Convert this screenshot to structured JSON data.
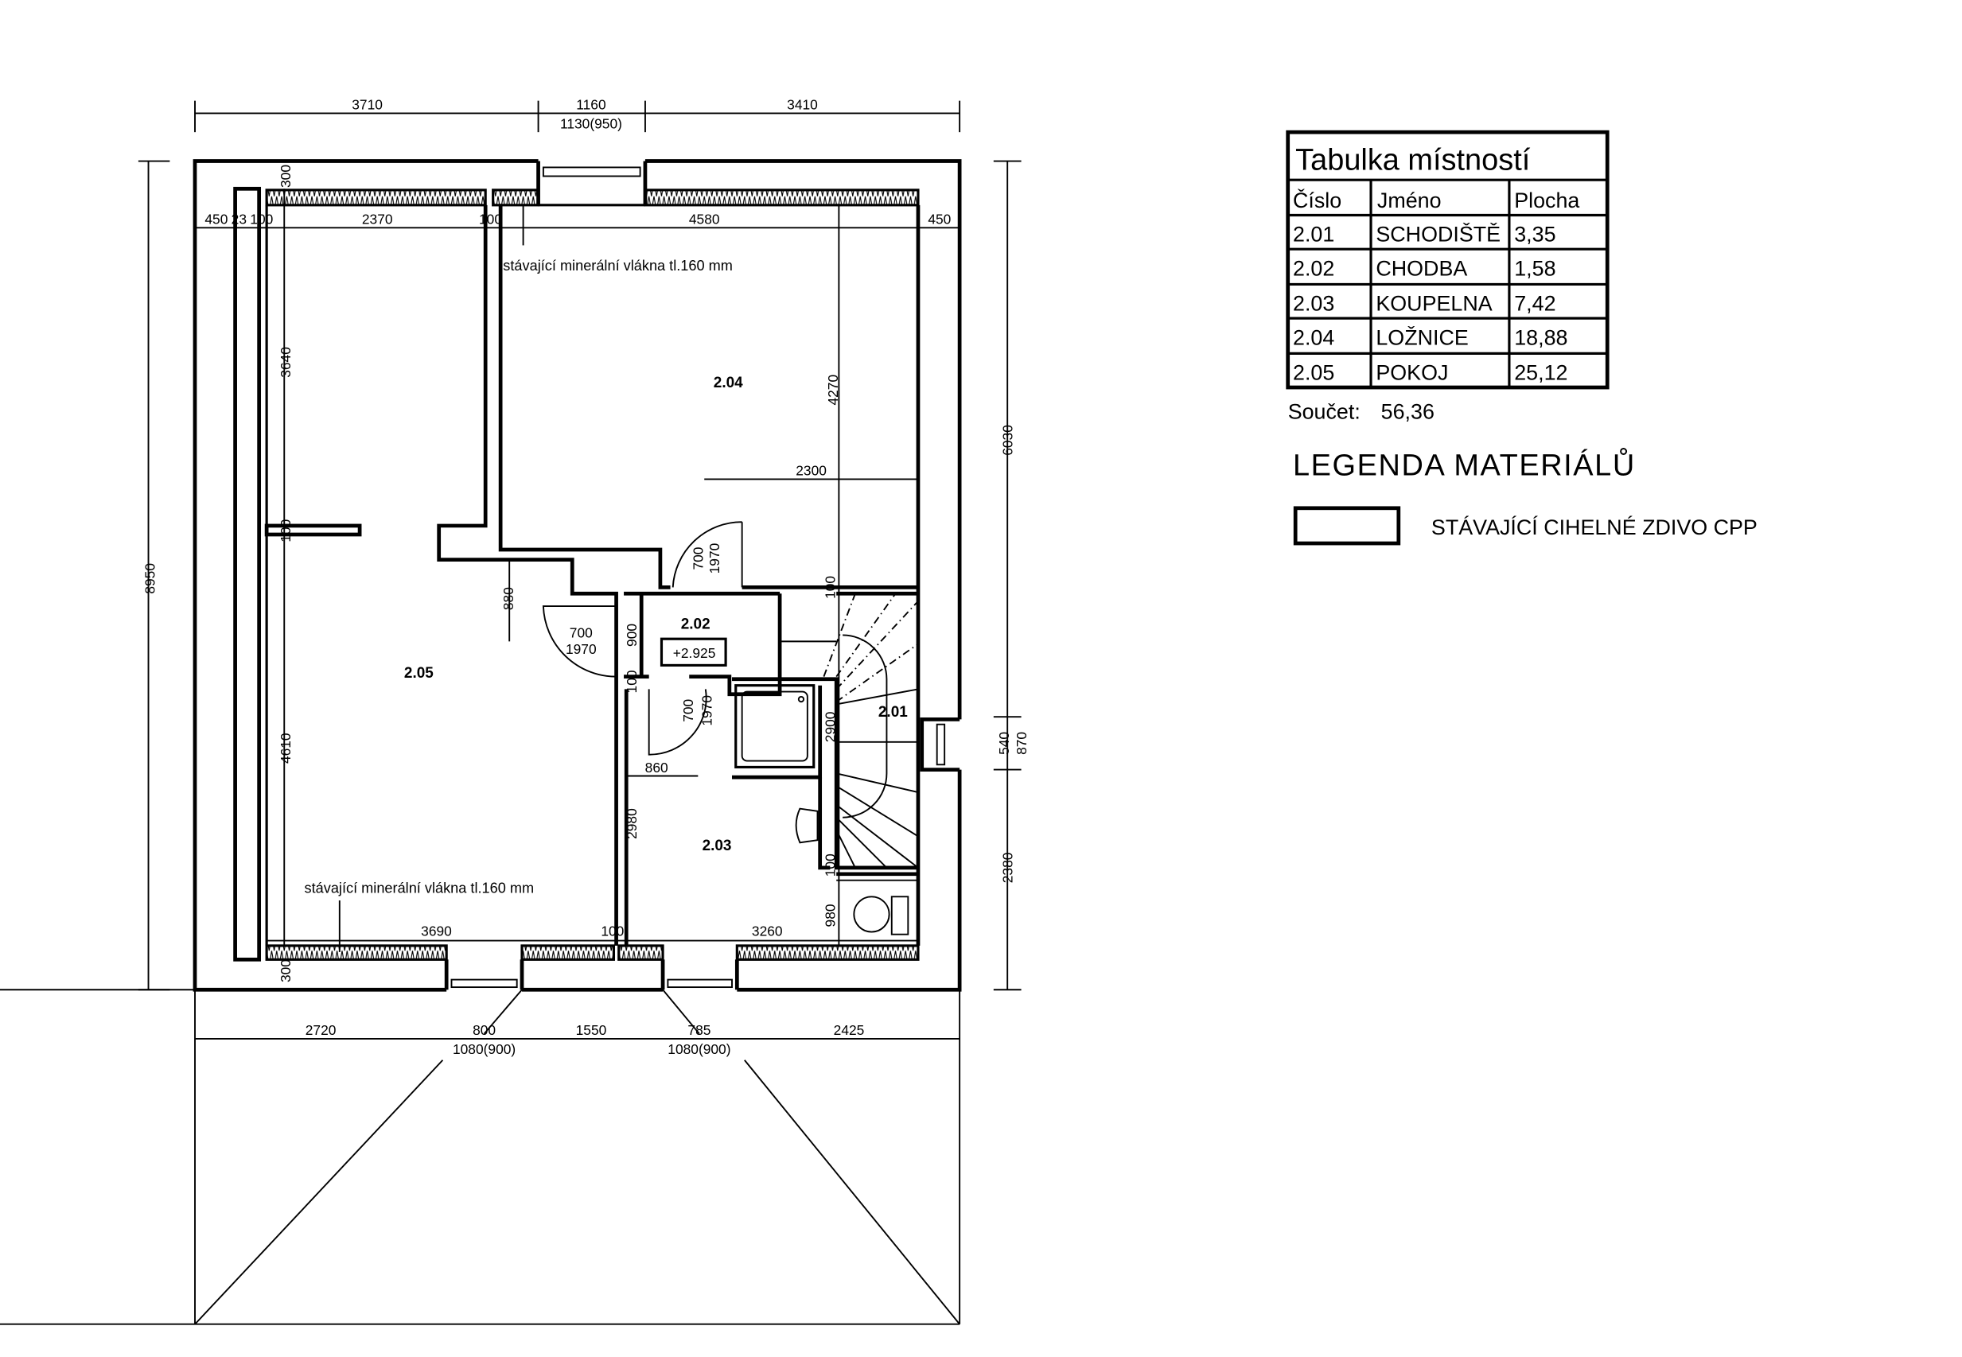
{
  "plan": {
    "rooms": {
      "r201": "2.01",
      "r202": "2.02",
      "r203": "2.03",
      "r204": "2.04",
      "r205": "2.05"
    },
    "level_mark": "+2.925",
    "insulation_note": "stávající minerální vlákna tl.160 mm",
    "dims_top": [
      "3710",
      "1160",
      "1130(950)",
      "3410"
    ],
    "dims_inner_top": [
      "450",
      "23",
      "100",
      "2370",
      "100",
      "4580",
      "450",
      "300"
    ],
    "dims_left": [
      "8950",
      "3640",
      "100",
      "4610",
      "300"
    ],
    "dims_right": [
      "6030",
      "540",
      "870",
      "2380"
    ],
    "dims_inner": [
      "4270",
      "2300",
      "880",
      "700",
      "1970",
      "900",
      "100",
      "700",
      "1970",
      "700",
      "1970",
      "860",
      "2980",
      "2900",
      "100",
      "100",
      "980",
      "3690",
      "100",
      "3260"
    ],
    "dims_bottom": [
      "2720",
      "800",
      "1080(900)",
      "1550",
      "785",
      "1080(900)",
      "2425"
    ]
  },
  "room_table": {
    "title": "Tabulka místností",
    "headers": [
      "Číslo",
      "Jméno",
      "Plocha"
    ],
    "rows": [
      [
        "2.01",
        "SCHODIŠTĚ",
        "3,35"
      ],
      [
        "2.02",
        "CHODBA",
        "1,58"
      ],
      [
        "2.03",
        "KOUPELNA",
        "7,42"
      ],
      [
        "2.04",
        "LOŽNICE",
        "18,88"
      ],
      [
        "2.05",
        "POKOJ",
        "25,12"
      ]
    ],
    "sum_label": "Součet:",
    "sum_value": "56,36"
  },
  "legend": {
    "title": "LEGENDA MATERIÁLŮ",
    "items": [
      {
        "label": "STÁVAJÍCÍ CIHELNÉ ZDIVO CPP"
      }
    ]
  }
}
